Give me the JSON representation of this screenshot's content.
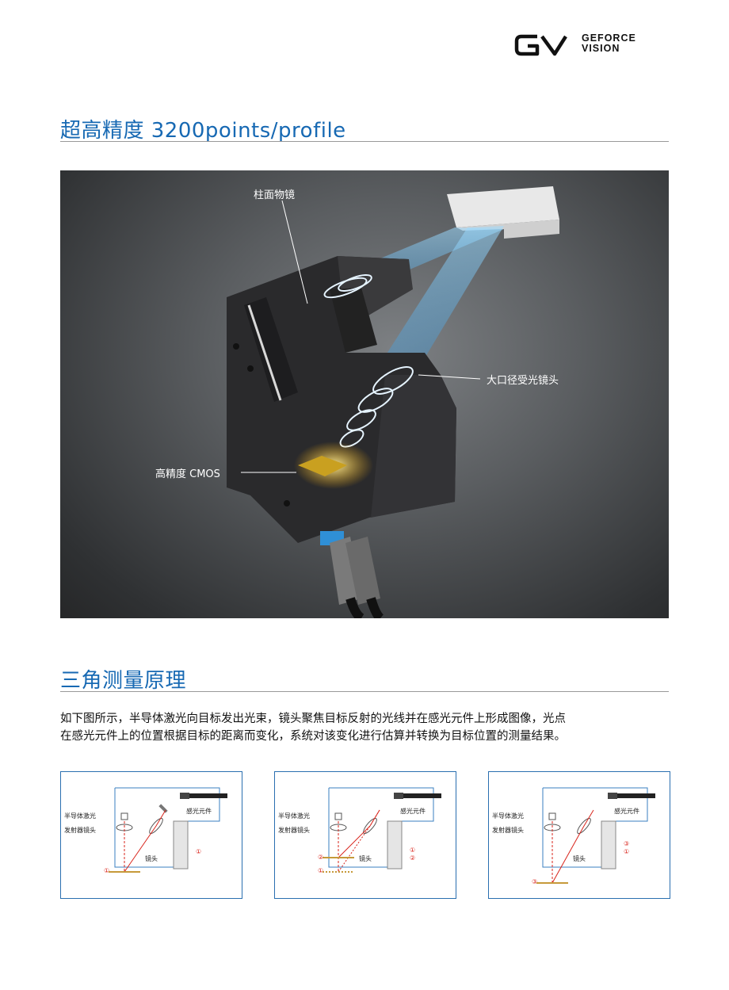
{
  "brand": {
    "mark": "GV",
    "line1": "GEFORCE",
    "line2": "VISION"
  },
  "section1": {
    "title": "超高精度 3200points/profile"
  },
  "hero": {
    "callouts": {
      "lens_cyl": "柱面物镜",
      "lens_big": "大口径受光镜头",
      "cmos": "高精度 CMOS"
    }
  },
  "section2": {
    "title": "三角测量原理",
    "para_line1": "如下图所示，半导体激光向目标发出光束，镜头聚焦目标反射的光线并在感光元件上形成图像，光点",
    "para_line2": "在感光元件上的位置根据目标的距离而变化，系统对该变化进行估算并转换为目标位置的测量结果。"
  },
  "diagram": {
    "laser_label": "半导体激光",
    "emitter_lens_label": "发射器镜头",
    "sensor_label": "感光元件",
    "lens_label": "镜头",
    "marks": [
      "①",
      "②",
      "③"
    ],
    "colors": {
      "frame": "#2a6fb0",
      "ray": "#d9241b",
      "target": "#c69a3a"
    }
  }
}
